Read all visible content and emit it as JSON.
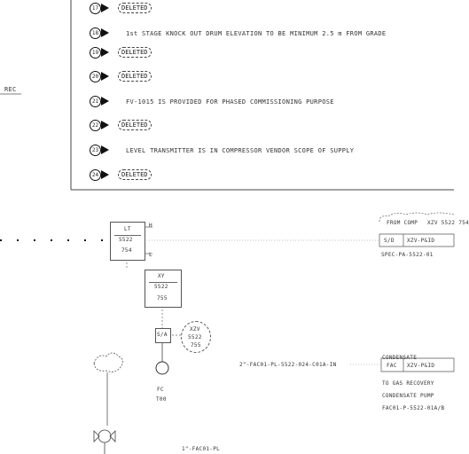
{
  "notes": [
    {
      "num": "17",
      "text": "DELETED",
      "deleted": true
    },
    {
      "num": "18",
      "text": "1st STAGE KNOCK OUT DRUM ELEVATION TO BE MINIMUM 2.5 m FROM GRADE",
      "deleted": false
    },
    {
      "num": "19",
      "text": "DELETED",
      "deleted": true
    },
    {
      "num": "20",
      "text": "DELETED",
      "deleted": true
    },
    {
      "num": "21",
      "text": "FV-1015 IS PROVIDED FOR PHASED COMMISSIONING PURPOSE",
      "deleted": false
    },
    {
      "num": "22",
      "text": "DELETED",
      "deleted": true
    },
    {
      "num": "23",
      "text": "LEVEL TRANSMITTER IS IN COMPRESSOR VENDOR SCOPE OF SUPPLY",
      "deleted": false
    },
    {
      "num": "24",
      "text": "DELETED",
      "deleted": true
    }
  ],
  "left_label": "REC",
  "instrument_lt": {
    "tag1": "LT",
    "tag2": "5522",
    "tag3": "754",
    "high": "H",
    "low": "L"
  },
  "instrument_xy": {
    "tag1": "XY",
    "tag2": "5522",
    "tag3": "755"
  },
  "instrument_circle": {
    "tag1": "XZV",
    "tag2": "5522",
    "tag3": "755"
  },
  "valve_fc": "FC",
  "valve_tag": "T00",
  "valve_box": "S/A",
  "line_number": "2\"-FAC01-PL-5522-024-C01A-IN",
  "top_right": {
    "line1": "FROM COMP",
    "tag": "XZV 5522 754",
    "cell1": "S/D",
    "cell2": "XZV-P&ID",
    "line3": "SPEC-PA-5522-01"
  },
  "condensate": {
    "title": "CONDENSATE",
    "cell1": "FAC",
    "cell2": "XZV-P&ID",
    "line1": "TO GAS RECOVERY",
    "line2": "CONDENSATE PUMP",
    "line3": "FAC01-P-5522-01A/B"
  },
  "bottom_label": "1\"-FAC01-PL"
}
